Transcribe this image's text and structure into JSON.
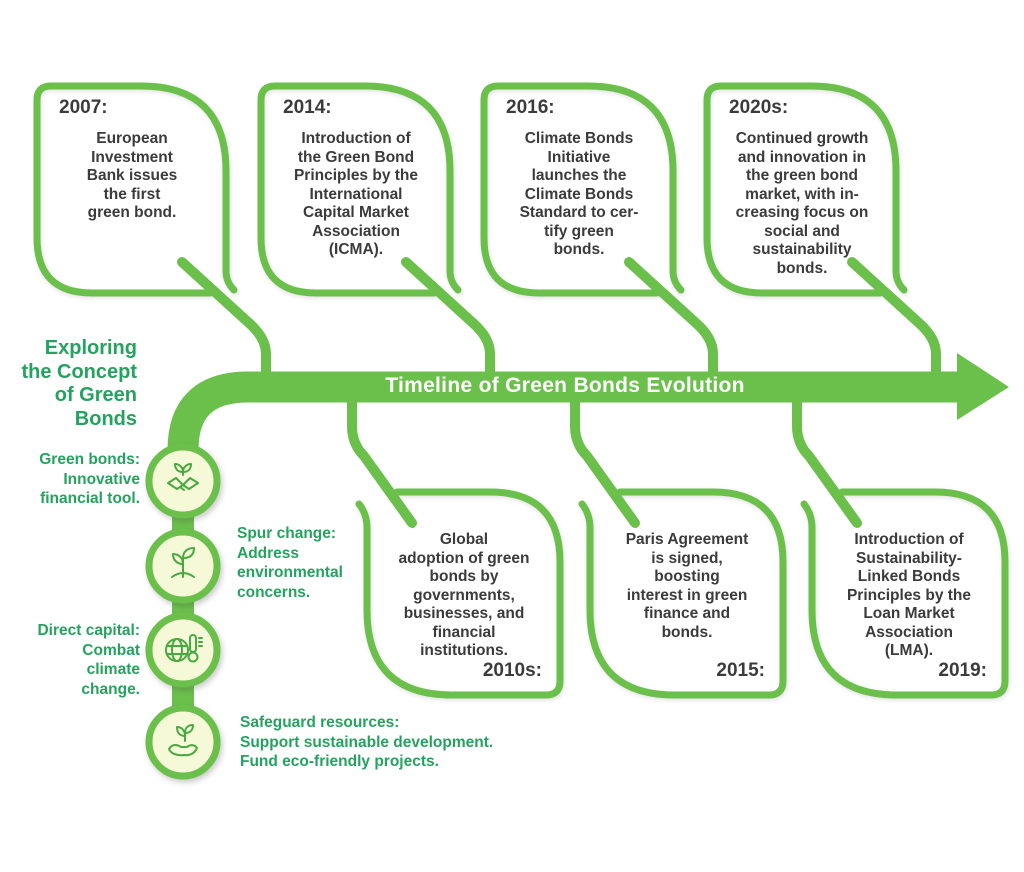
{
  "palette": {
    "green": "#6bc04b",
    "green_text": "#24a35f",
    "dark": "#3b3b3b",
    "circle_fill": "#f5f9d8",
    "icon_green": "#49a840",
    "title_white": "#ffffff"
  },
  "title": {
    "text": "Timeline of Green Bonds Evolution"
  },
  "left_panel": {
    "heading_lines": [
      "Exploring",
      "the Concept",
      "of Green",
      "Bonds"
    ],
    "items": [
      {
        "icon": "handshake-sprout-icon",
        "lines": [
          "Green bonds:",
          "Innovative",
          "financial tool."
        ]
      },
      {
        "icon": "seedling-icon",
        "lines": [
          "Spur change:",
          "Address",
          "environmental",
          "concerns."
        ]
      },
      {
        "icon": "globe-thermometer-icon",
        "lines": [
          "Direct capital:",
          "Combat",
          "climate",
          "change."
        ]
      },
      {
        "icon": "hand-holding-plant-icon",
        "lines": [
          "Safeguard resources:",
          "Support sustainable development.",
          "Fund eco-friendly projects."
        ]
      }
    ]
  },
  "top_boxes": [
    {
      "year": "2007:",
      "lines": [
        "European",
        "Investment",
        "Bank issues",
        "the first",
        "green bond."
      ]
    },
    {
      "year": "2014:",
      "lines": [
        "Introduction of",
        "the Green Bond",
        "Principles by the",
        "International",
        "Capital Market",
        "Association",
        "(ICMA)."
      ]
    },
    {
      "year": "2016:",
      "lines": [
        "Climate Bonds",
        "Initiative",
        "launches the",
        "Climate Bonds",
        "Standard to cer-",
        "tify green",
        "bonds."
      ]
    },
    {
      "year": "2020s:",
      "lines": [
        "Continued growth",
        "and innovation in",
        "the green bond",
        "market, with in-",
        "creasing focus on",
        "social and",
        "sustainability",
        "bonds."
      ]
    }
  ],
  "bottom_boxes": [
    {
      "year": "2010s:",
      "lines": [
        "Global",
        "adoption of green",
        "bonds by",
        "governments,",
        "businesses, and",
        "financial",
        "institutions."
      ]
    },
    {
      "year": "2015:",
      "lines": [
        "Paris Agreement",
        "is signed,",
        "boosting",
        "interest in green",
        "finance and",
        "bonds."
      ]
    },
    {
      "year": "2019:",
      "lines": [
        "Introduction of",
        "Sustainability-",
        "Linked Bonds",
        "Principles by the",
        "Loan Market",
        "Association",
        "(LMA)."
      ]
    }
  ]
}
